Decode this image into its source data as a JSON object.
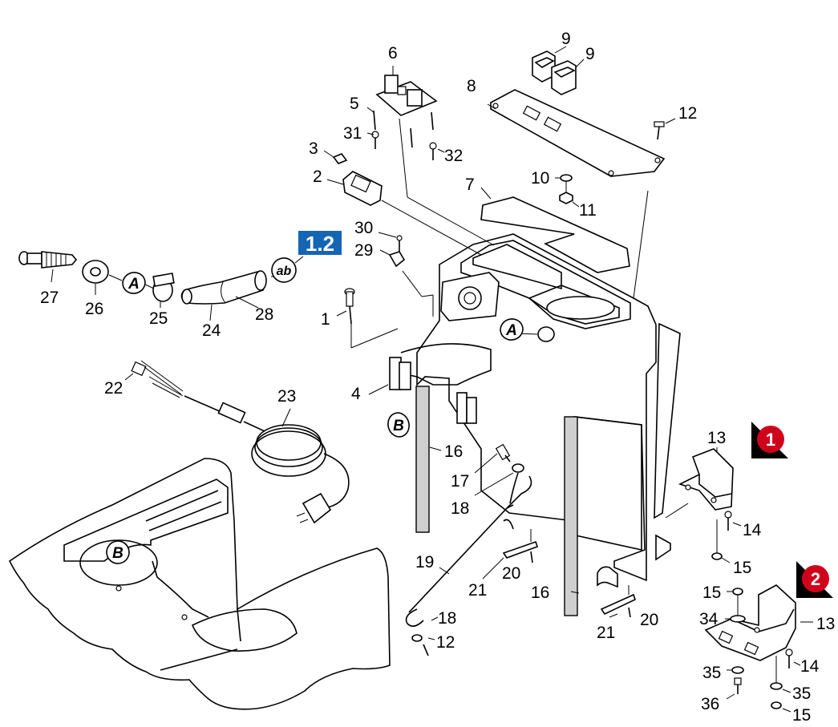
{
  "labels": {
    "n1": "1",
    "n2": "2",
    "n3": "3",
    "n4": "4",
    "n5": "5",
    "n6": "6",
    "n7": "7",
    "n8": "8",
    "n9a": "9",
    "n9b": "9",
    "n10": "10",
    "n11": "11",
    "n12a": "12",
    "n12b": "12",
    "n13a": "13",
    "n13b": "13",
    "n14a": "14",
    "n14b": "14",
    "n15a": "15",
    "n15b": "15",
    "n15c": "15",
    "n16a": "16",
    "n16b": "16",
    "n17": "17",
    "n18a": "18",
    "n18b": "18",
    "n19": "19",
    "n20a": "20",
    "n20b": "20",
    "n21a": "21",
    "n21b": "21",
    "n22": "22",
    "n23": "23",
    "n24": "24",
    "n25": "25",
    "n26": "26",
    "n27": "27",
    "n28": "28",
    "n29": "29",
    "n30": "30",
    "n31": "31",
    "n32": "32",
    "n34": "34",
    "n35a": "35",
    "n35b": "35",
    "n36": "36"
  },
  "markers": {
    "a1": "A",
    "a2": "A",
    "b1": "B",
    "b2": "B",
    "ab": "ab"
  },
  "reference_badge": "1.2",
  "variants": {
    "v1": "1",
    "v2": "2"
  },
  "colors": {
    "badge_blue": "#1565b5",
    "variant_red": "#d0021b",
    "bar_gray": "#cfcfcf"
  }
}
